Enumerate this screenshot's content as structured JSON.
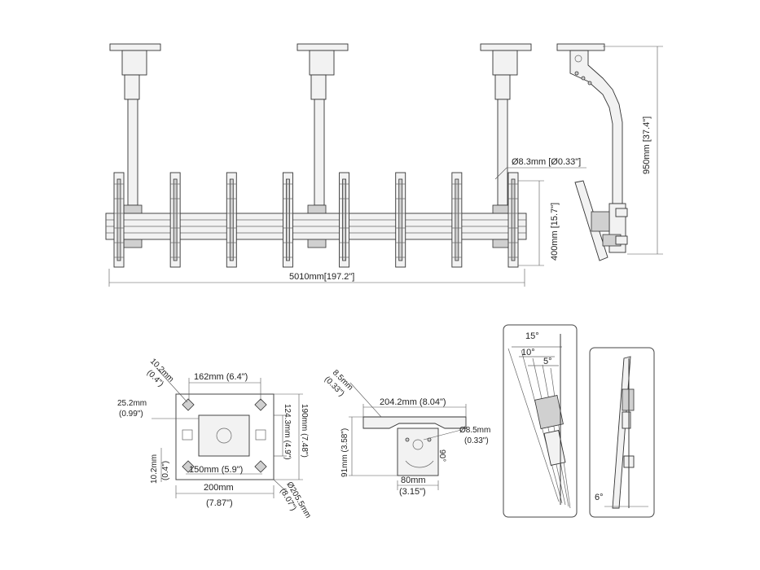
{
  "front_view": {
    "width_label": "5010mm[197.2\"]",
    "height_label": "400mm [15.7\"]",
    "hole_label": "Ø8.3mm [Ø0.33\"]",
    "pole_count": 3,
    "arm_count": 8
  },
  "side_view": {
    "height_label": "950mm [37.4\"]"
  },
  "ceiling_plate": {
    "corner_hole_label": "10.2mm",
    "corner_hole_label_in": "(0.4\")",
    "top_width_label": "162mm (6.4\")",
    "left_offset_label": "25.2mm",
    "left_offset_label_in": "(0.99\")",
    "inner_height_label": "124.3mm (4.9\")",
    "outer_height_label": "190mm (7.48\")",
    "bottom_offset_label": "10.2mm",
    "bottom_offset_label_in": "(0.4\")",
    "inner_width_label": "150mm (5.9\")",
    "outer_width_label": "200mm",
    "outer_width_label_in": "(7.87\")",
    "diameter_label": "Ø205.5mm",
    "diameter_label_in": "(8.07\")"
  },
  "bracket_view": {
    "hole_label": "8.5mm",
    "hole_label_in": "(0.33\")",
    "width_label": "204.2mm (8.04\")",
    "height_label": "91mm (3.58\")",
    "right_hole_label": "Ø8.5mm",
    "right_hole_label_in": "(0.33\")",
    "angle_label": "90°",
    "base_label": "80mm",
    "base_label_in": "(3.15\")"
  },
  "tilt_view": {
    "angle_large": "15°",
    "angle_mid": "10°",
    "angle_small": "5°"
  },
  "side_tilt_view": {
    "angle_label": "6°"
  }
}
